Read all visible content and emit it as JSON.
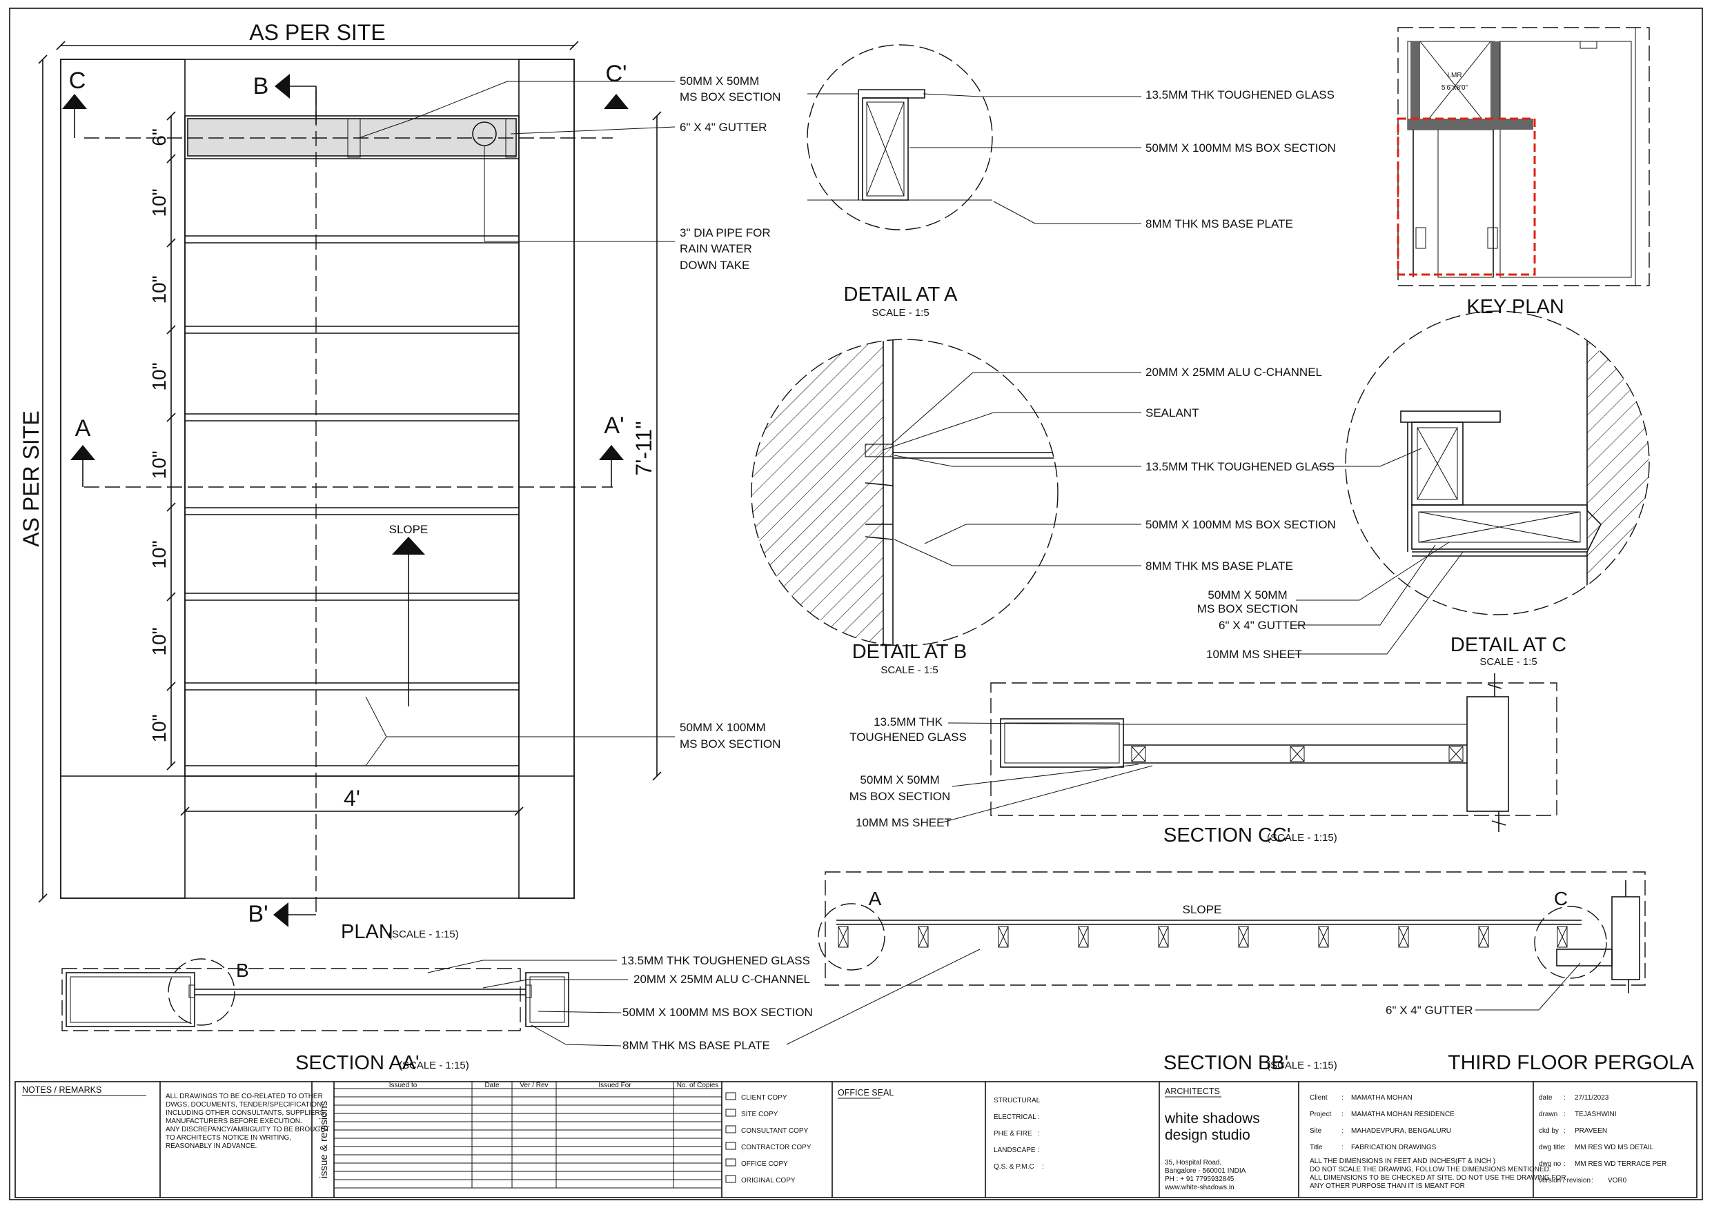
{
  "sheet_title": "THIRD FLOOR PERGOLA",
  "plan": {
    "title": "PLAN",
    "scale": "(SCALE - 1:15)",
    "top_dim": "AS PER SITE",
    "side_dim": "AS PER SITE",
    "height_dim": "7'-11\"",
    "width_dim": "4'",
    "bay_dims": [
      "6\"",
      "10\"",
      "10\"",
      "10\"",
      "10\"",
      "10\"",
      "10\"",
      "10\""
    ],
    "slope": "SLOPE",
    "section_marks": {
      "a": "A",
      "a2": "A'",
      "b": "B",
      "b2": "B'",
      "c": "C",
      "c2": "C'"
    },
    "notes": {
      "box50": "50MM X 50MM",
      "box50b": "MS BOX SECTION",
      "gutter": "6\" X 4\" GUTTER",
      "pipe1": "3\" DIA PIPE FOR",
      "pipe2": "RAIN WATER",
      "pipe3": "DOWN TAKE",
      "box100a": "50MM X 100MM",
      "box100b": "MS BOX SECTION"
    }
  },
  "detail_a": {
    "title": "DETAIL AT A",
    "scale": "SCALE - 1:5",
    "notes": [
      "13.5MM THK TOUGHENED GLASS",
      "50MM X 100MM MS BOX SECTION",
      "8MM THK MS BASE PLATE"
    ]
  },
  "detail_b": {
    "title": "DETAIL AT B",
    "scale": "SCALE - 1:5",
    "notes": [
      "20MM X 25MM ALU C-CHANNEL",
      "SEALANT",
      "13.5MM THK TOUGHENED GLASS",
      "50MM X 100MM MS BOX SECTION",
      "8MM THK MS BASE PLATE"
    ]
  },
  "detail_c": {
    "title": "DETAIL AT C",
    "scale": "SCALE - 1:5",
    "notes": [
      "50MM X 50MM",
      "MS BOX SECTION",
      "6\" X 4\" GUTTER",
      "10MM MS SHEET"
    ]
  },
  "key_plan": {
    "title": "KEY PLAN",
    "lmr": "LMR",
    "lmr_dim": "5'6\"x8'0\""
  },
  "section_cc": {
    "title": "SECTION CC'",
    "scale": "(SCALE - 1:15)",
    "notes": [
      "13.5MM THK",
      "TOUGHENED GLASS",
      "50MM X 50MM",
      "MS BOX SECTION",
      "10MM MS SHEET"
    ]
  },
  "section_aa": {
    "title": "SECTION AA'",
    "scale": "(SCALE - 1:15)",
    "mark": "B",
    "notes": [
      "13.5MM THK TOUGHENED GLASS",
      "20MM X 25MM ALU C-CHANNEL",
      "50MM X 100MM MS BOX SECTION",
      "8MM THK MS BASE PLATE"
    ]
  },
  "section_bb": {
    "title": "SECTION BB'",
    "scale": "(SCALE - 1:15)",
    "slope": "SLOPE",
    "mark_a": "A",
    "mark_c": "C",
    "gutter": "6\" X 4\" GUTTER"
  },
  "title_block": {
    "notes_label": "NOTES / REMARKS",
    "notes_text": [
      "ALL DRAWINGS TO BE CO-RELATED TO OTHER",
      "DWGS, DOCUMENTS, TENDER/SPECIFICATION,",
      "INCLUDING OTHER CONSULTANTS, SUPPLIERS,",
      "MANUFACTURERS BEFORE EXECUTION.",
      "ANY DISCREPANCY/AMBIGUITY TO BE BROUGHT",
      "TO ARCHITECTS NOTICE IN WRITING,",
      "REASONABLY IN ADVANCE."
    ],
    "issue_label": "issue & revisions",
    "issue_cols": [
      "Issued to",
      "Date",
      "Ver / Rev",
      "Issued For",
      "No. of Copies"
    ],
    "copies": [
      "CLIENT COPY",
      "SITE COPY",
      "CONSULTANT COPY",
      "CONTRACTOR COPY",
      "OFFICE COPY",
      "ORIGINAL COPY"
    ],
    "office_seal": "OFFICE SEAL",
    "consultants": [
      "STRUCTURAL",
      "ELECTRICAL",
      "PHE & FIRE",
      "LANDSCAPE",
      "Q.S. & P.M.C"
    ],
    "architects_label": "ARCHITECTS",
    "firm_name_1": "white shadows",
    "firm_name_2": "design studio",
    "address": [
      "35, Hospital Road,",
      "Bangalore - 560001 INDIA",
      "PH  : + 91 7795932845",
      "www.white-shadows.in"
    ],
    "info_labels": [
      "Client",
      "Project",
      "Site",
      "Title"
    ],
    "info_values": [
      "MAMATHA MOHAN",
      "MAMATHA MOHAN RESIDENCE",
      "MAHADEVPURA, BENGALURU",
      "FABRICATION DRAWINGS"
    ],
    "disclaimer": [
      "ALL THE DIMENSIONS IN FEET AND INCHES(FT & INCH )",
      "DO NOT SCALE THE DRAWING, FOLLOW THE DIMENSIONS MENTIONED.",
      "ALL DIMENSIONS TO BE CHECKED AT SITE. DO NOT USE THE DRAWING FOR",
      "ANY OTHER PURPOSE THAN IT IS MEANT FOR"
    ],
    "meta_labels": [
      "date",
      "drawn",
      "ckd by",
      "dwg title",
      "dwg no",
      "version / revision"
    ],
    "meta_values": [
      "27/11/2023",
      "TEJASHWINI",
      "PRAVEEN",
      "MM RES WD MS DETAIL",
      "MM RES WD TERRACE PER",
      "VOR0"
    ]
  }
}
